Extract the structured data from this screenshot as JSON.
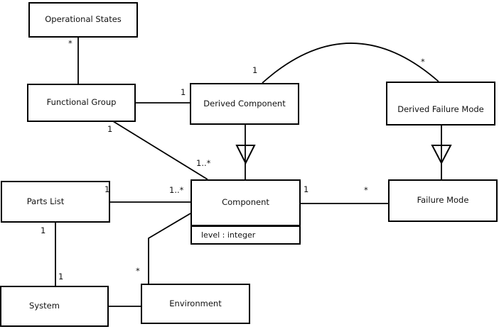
{
  "diagram": {
    "type": "uml-class-diagram",
    "colors": {
      "line": "#000000",
      "node_fill": "#ffffff",
      "background": "#ffffff",
      "text": "#111111"
    },
    "nodes": {
      "operational_states": {
        "label": "Operational States"
      },
      "functional_group": {
        "label": "Functional Group"
      },
      "derived_component": {
        "label": "Derived Component"
      },
      "derived_failure_mode": {
        "label": "Derived Failure Mode"
      },
      "parts_list": {
        "label": "Parts List"
      },
      "component": {
        "label": "Component",
        "attribute": "level : integer"
      },
      "failure_mode": {
        "label": "Failure Mode"
      },
      "system": {
        "label": "System"
      },
      "environment": {
        "label": "Environment"
      }
    },
    "labels": {
      "os_fg_star": "*",
      "fg_dc_one": "1",
      "dc_dfm_one": "1",
      "dc_dfm_star": "*",
      "fg_comp_one": "1",
      "fg_comp_many": "1..*",
      "pl_comp_one": "1",
      "pl_comp_many": "1..*",
      "comp_fm_one": "1",
      "comp_fm_star": "*",
      "pl_sys_top": "1",
      "pl_sys_bottom": "1",
      "env_comp_star": "*"
    },
    "edges": [
      {
        "a": "Operational States",
        "b": "Functional Group",
        "type": "association",
        "a_mult": "*"
      },
      {
        "a": "Functional Group",
        "b": "Derived Component",
        "type": "association",
        "b_mult": "1"
      },
      {
        "a": "Derived Component",
        "b": "Derived Failure Mode",
        "type": "association",
        "shape": "arc",
        "a_mult": "1",
        "b_mult": "*"
      },
      {
        "a": "Derived Component",
        "b": "Component",
        "type": "generalization"
      },
      {
        "a": "Derived Failure Mode",
        "b": "Failure Mode",
        "type": "generalization"
      },
      {
        "a": "Functional Group",
        "b": "Component",
        "type": "association",
        "a_mult": "1",
        "b_mult": "1..*"
      },
      {
        "a": "Parts List",
        "b": "Component",
        "type": "association",
        "a_mult": "1",
        "b_mult": "1..*"
      },
      {
        "a": "Component",
        "b": "Failure Mode",
        "type": "association",
        "a_mult": "1",
        "b_mult": "*"
      },
      {
        "a": "Parts List",
        "b": "System",
        "type": "association",
        "a_mult": "1",
        "b_mult": "1"
      },
      {
        "a": "System",
        "b": "Environment",
        "type": "association"
      },
      {
        "a": "Environment",
        "b": "Component",
        "type": "association",
        "a_mult": "*"
      }
    ]
  }
}
